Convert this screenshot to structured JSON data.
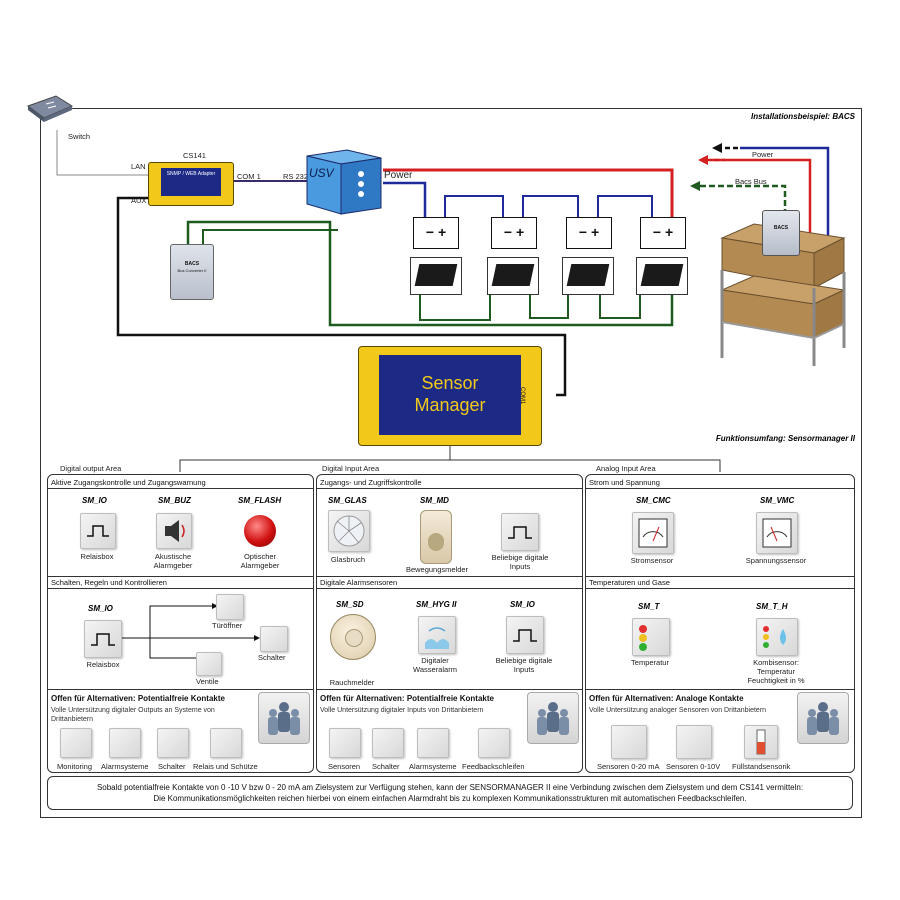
{
  "header": {
    "install_example": "Installationsbeispiel: BACS",
    "function_scope": "Funktionsumfang: Sensormanager II"
  },
  "wiring": {
    "switch": "Switch",
    "lan": "LAN",
    "aux": "AUX",
    "cs141": "CS141",
    "cs141_screen": "SNMP / WEB Adapter",
    "com1": "COM 1",
    "rs232": "RS 232",
    "usv": "USV",
    "power_main": "Power",
    "power_right": "Power",
    "bacs_bus": "Bacs Bus",
    "bacs_converter_title": "BACS",
    "bacs_converter_sub": "Bus Converter II",
    "bacs_small_title": "BACS",
    "sensor_manager_line1": "Sensor",
    "sensor_manager_line2": "Manager",
    "sm_com_label": "COM1"
  },
  "areas": {
    "digital_output": "Digital output Area",
    "digital_input": "Digital Input Area",
    "analog_input": "Analog Input Area"
  },
  "sections": {
    "access_control": "Aktive Zugangskontrolle und Zugangswarnung",
    "switching": "Schalten, Regeln  und Kontrollieren",
    "access_entry": "Zugangs- und Zugriffskontrolle",
    "digital_alarm": "Digitale Alarmsensoren",
    "current_voltage": "Strom und Spannung",
    "temp_gas": "Temperaturen und Gase"
  },
  "devices": {
    "sm_io_1": {
      "code": "SM_IO",
      "label": "Relaisbox"
    },
    "sm_buz": {
      "code": "SM_BUZ",
      "label": "Akustische Alarmgeber"
    },
    "sm_flash": {
      "code": "SM_FLASH",
      "label": "Optischer Alarmgeber"
    },
    "sm_io_2": {
      "code": "SM_IO",
      "label": "Relaisbox"
    },
    "tueroeffner": "Türöffner",
    "schalter": "Schalter",
    "ventile": "Ventile",
    "sm_glas": {
      "code": "SM_GLAS",
      "label": "Glasbruch"
    },
    "sm_md": {
      "code": "SM_MD",
      "label": "Bewegungsmelder"
    },
    "digital_inputs_1": "Beliebige digitale Inputs",
    "sm_sd": {
      "code": "SM_SD",
      "label": "Rauchmelder"
    },
    "sm_hyg": {
      "code": "SM_HYG II",
      "label": "Digitaler Wasseralarm"
    },
    "sm_io_3": {
      "code": "SM_IO",
      "label": "Beliebige digitale Inputs"
    },
    "sm_cmc": {
      "code": "SM_CMC",
      "label": "Stromsensor"
    },
    "sm_vmc": {
      "code": "SM_VMC",
      "label": "Spannungssensor"
    },
    "sm_t": {
      "code": "SM_T",
      "label": "Temperatur"
    },
    "sm_t_h": {
      "code": "SM_T_H",
      "label": "Kombisensor: Temperatur Feuchtigkeit in %"
    }
  },
  "alternatives": {
    "col1": {
      "title": "Offen für Alternativen: Potentialfreie Kontakte",
      "desc": "Volle Untersützung digitaler Outputs an Systeme von Drittanbietern",
      "items": [
        "Monitoring",
        "Alarmsysteme",
        "Schalter",
        "Relais und Schütze"
      ]
    },
    "col2": {
      "title": "Offen für Alternativen: Potentialfreie Kontakte",
      "desc": "Volle Untersützung digitaler Inputs von Drittanbietern",
      "items": [
        "Sensoren",
        "Schalter",
        "Alarmsysteme",
        "Feedbackschleifen"
      ]
    },
    "col3": {
      "title": "Offen für Alternativen: Analoge Kontakte",
      "desc": "Volle Untersützung analoger Sensoren von Drittanbietern",
      "items": [
        "Sensoren 0-20 mA",
        "Sensoren 0-10V",
        "Füllstandsensorik"
      ]
    }
  },
  "footer": {
    "line1": "Sobald potentialfreie Kontakte von 0 -10 V bzw 0 - 20 mA am Zielsystem zur Verfügung stehen, kann der SENSORMANAGER II eine Verbindung zwischen dem Zielsystem und dem CS141 vermitteln:",
    "line2": "Die Kommunikationsmöglichkeiten reichen hierbei von einem einfachen Alarmdraht bis zu komplexen Kommunikationsstrukturen mit automatischen Feedbackschleifen."
  },
  "colors": {
    "power_red": "#d42020",
    "bus_blue": "#1e2a9a",
    "bus_green": "#1f5a1f",
    "cable_black": "#111111",
    "sm_yellow": "#f2c81a",
    "sm_blue": "#1c2a86"
  }
}
